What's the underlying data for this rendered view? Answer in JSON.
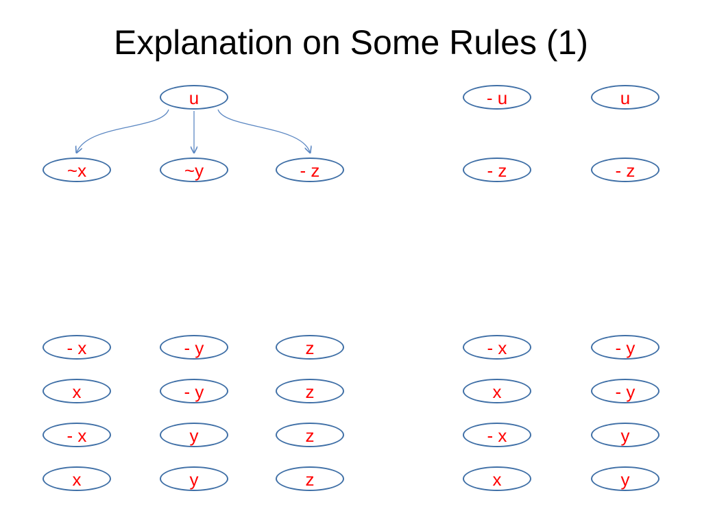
{
  "slide": {
    "title": "Explanation on Some Rules (1)",
    "colors": {
      "node_border": "#3f6fa6",
      "node_text": "#ff0000",
      "edge": "#5b87c2",
      "title_text": "#000000"
    }
  },
  "tree": {
    "root": "u",
    "children": [
      "~x",
      "~y",
      "- z"
    ]
  },
  "right_top": {
    "row1": [
      "- u",
      "u"
    ],
    "row2": [
      "- z",
      "- z"
    ]
  },
  "bottom_left": [
    [
      "- x",
      "- y",
      "z"
    ],
    [
      "x",
      "- y",
      "z"
    ],
    [
      "- x",
      "y",
      "z"
    ],
    [
      "x",
      "y",
      "z"
    ]
  ],
  "bottom_right": [
    [
      "- x",
      "- y"
    ],
    [
      "x",
      "- y"
    ],
    [
      "- x",
      "y"
    ],
    [
      "x",
      "y"
    ]
  ]
}
